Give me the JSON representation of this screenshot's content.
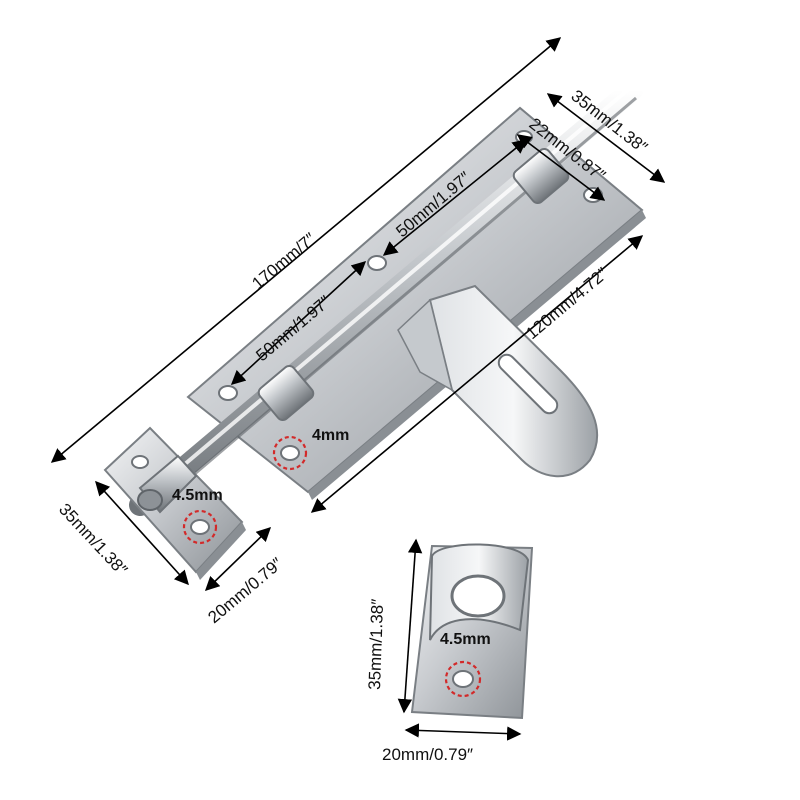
{
  "image": {
    "subject": "stainless steel barrel bolt latch with padlock hasp and separate receiver plate",
    "background": "#ffffff",
    "accent_colors": {
      "metal_light": "#eef0f2",
      "metal_mid": "#b9bdc2",
      "metal_dark": "#6e7378",
      "hole_marker": "#d22a2a",
      "dimension_line": "#000000"
    }
  },
  "dimensions": {
    "total_length": "170mm/7″",
    "plate_length": "120mm/4.72″",
    "plate_width": "35mm/1.38″",
    "bolt_segment_1": "50mm/1.97″",
    "bolt_segment_2": "50mm/1.97″",
    "guide_width": "22mm/0.87″",
    "keeper_width": "35mm/1.38″",
    "keeper_depth": "20mm/0.79″",
    "hole_keeper": "4.5mm",
    "hole_plate": "4mm",
    "receiver_height": "35mm/1.38″",
    "receiver_width": "20mm/0.79″",
    "receiver_hole": "4.5mm"
  }
}
